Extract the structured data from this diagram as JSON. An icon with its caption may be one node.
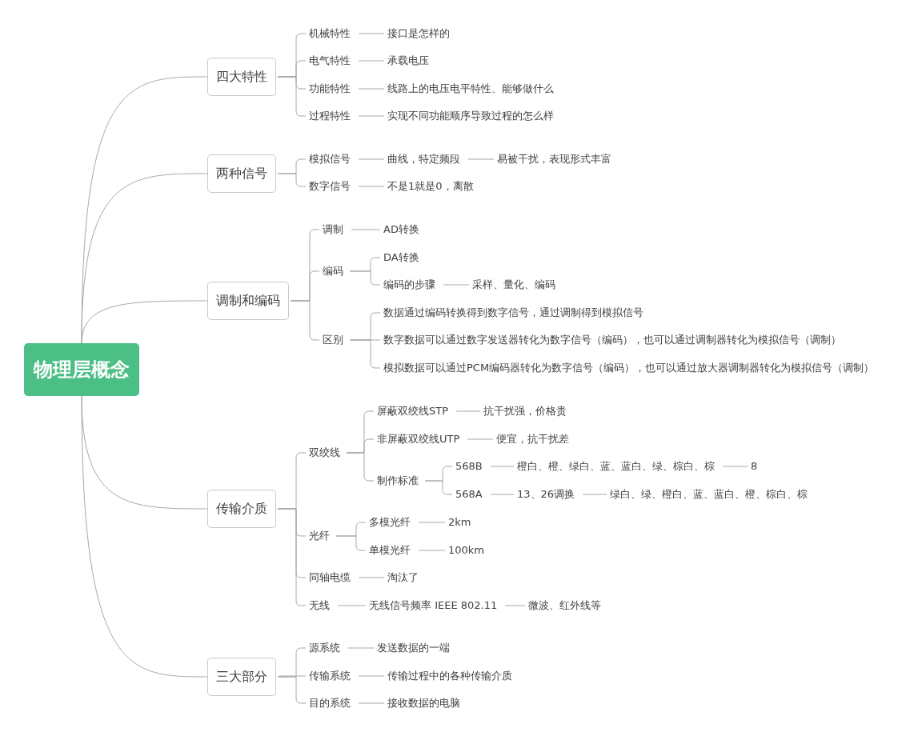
{
  "diagram": {
    "nodes": [
      {
        "text": [
          "物理层概念"
        ]
      },
      {
        "text": [
          "四大特性"
        ]
      },
      {
        "text": [
          "机械特性"
        ]
      },
      {
        "text": [
          "接口是怎样的"
        ]
      },
      {
        "text": [
          "电气特性"
        ]
      },
      {
        "text": [
          "承载电压"
        ]
      },
      {
        "text": [
          "功能特性"
        ]
      },
      {
        "text": [
          "线路上的电压电平特性、能够做什么"
        ]
      },
      {
        "text": [
          "过程特性"
        ]
      },
      {
        "text": [
          "实现不同功能顺序导致过程的怎么样"
        ]
      },
      {
        "text": [
          "两种信号"
        ]
      },
      {
        "text": [
          "模拟信号"
        ]
      },
      {
        "text": [
          "曲线，特定频段"
        ]
      },
      {
        "text": [
          "易被干扰，表现形式丰富"
        ]
      },
      {
        "text": [
          "数字信号"
        ]
      },
      {
        "text": [
          "不是1就是0，离散"
        ]
      },
      {
        "text": [
          "调制和编码"
        ]
      },
      {
        "text": [
          "调制"
        ]
      },
      {
        "text": [
          "AD转换"
        ]
      },
      {
        "text": [
          "编码"
        ]
      },
      {
        "text": [
          "DA转换"
        ]
      },
      {
        "text": [
          "编码的步骤"
        ]
      },
      {
        "text": [
          "采样、量化、编码"
        ]
      },
      {
        "text": [
          "区别"
        ]
      },
      {
        "text": [
          "数据通过编码转换得到数字信号，通过调制得到模拟信号"
        ]
      },
      {
        "text": [
          "数字数据可以通过数字发送器转化为数字信号（编码），也可以通过调制器转化为模拟信号（调制）"
        ]
      },
      {
        "text": [
          "模拟数据可以通过PCM编码器转化为数字信号（编码），也可以通过放大器调制器转化为模拟信号（调制）"
        ]
      },
      {
        "text": [
          "传输介质"
        ]
      },
      {
        "text": [
          "双绞线"
        ]
      },
      {
        "text": [
          "屏蔽双绞线STP"
        ]
      },
      {
        "text": [
          "抗干扰强，价格贵"
        ]
      },
      {
        "text": [
          "非屏蔽双绞线UTP"
        ]
      },
      {
        "text": [
          "便宜，抗干扰差"
        ]
      },
      {
        "text": [
          "制作标准"
        ]
      },
      {
        "text": [
          "568B"
        ]
      },
      {
        "text": [
          "橙白、橙、绿白、蓝、蓝白、绿、棕白、棕"
        ]
      },
      {
        "text": [
          "8"
        ]
      },
      {
        "text": [
          "568A"
        ]
      },
      {
        "text": [
          "13、26调换"
        ]
      },
      {
        "text": [
          "绿白、绿、橙白、蓝、蓝白、橙、棕白、棕"
        ]
      },
      {
        "text": [
          "光纤"
        ]
      },
      {
        "text": [
          "多模光纤"
        ]
      },
      {
        "text": [
          "2km"
        ]
      },
      {
        "text": [
          "单模光纤"
        ]
      },
      {
        "text": [
          "100km"
        ]
      },
      {
        "text": [
          "同轴电缆"
        ]
      },
      {
        "text": [
          "淘汰了"
        ]
      },
      {
        "text": [
          "无线"
        ]
      },
      {
        "text": [
          "无线信号频率 IEEE 802.11"
        ]
      },
      {
        "text": [
          "微波、红外线等"
        ]
      },
      {
        "text": [
          "三大部分"
        ]
      },
      {
        "text": [
          "源系统"
        ]
      },
      {
        "text": [
          "发送数据的一端"
        ]
      },
      {
        "text": [
          "传输系统"
        ]
      },
      {
        "text": [
          "传输过程中的各种传输介质"
        ]
      },
      {
        "text": [
          "目的系统"
        ]
      },
      {
        "text": [
          "接收数据的电脑"
        ]
      }
    ],
    "edges": [
      {
        "from": 0,
        "to": 1,
        "arrow": "none"
      },
      {
        "from": 1,
        "to": 2,
        "arrow": "none"
      },
      {
        "from": 2,
        "to": 3,
        "arrow": "none"
      },
      {
        "from": 1,
        "to": 4,
        "arrow": "none"
      },
      {
        "from": 4,
        "to": 5,
        "arrow": "none"
      },
      {
        "from": 1,
        "to": 6,
        "arrow": "none"
      },
      {
        "from": 6,
        "to": 7,
        "arrow": "none"
      },
      {
        "from": 1,
        "to": 8,
        "arrow": "none"
      },
      {
        "from": 8,
        "to": 9,
        "arrow": "none"
      },
      {
        "from": 0,
        "to": 10,
        "arrow": "none"
      },
      {
        "from": 10,
        "to": 11,
        "arrow": "none"
      },
      {
        "from": 11,
        "to": 12,
        "arrow": "none"
      },
      {
        "from": 12,
        "to": 13,
        "arrow": "none"
      },
      {
        "from": 10,
        "to": 14,
        "arrow": "none"
      },
      {
        "from": 14,
        "to": 15,
        "arrow": "none"
      },
      {
        "from": 0,
        "to": 16,
        "arrow": "none"
      },
      {
        "from": 16,
        "to": 17,
        "arrow": "none"
      },
      {
        "from": 17,
        "to": 18,
        "arrow": "none"
      },
      {
        "from": 16,
        "to": 19,
        "arrow": "none"
      },
      {
        "from": 19,
        "to": 20,
        "arrow": "none"
      },
      {
        "from": 19,
        "to": 21,
        "arrow": "none"
      },
      {
        "from": 21,
        "to": 22,
        "arrow": "none"
      },
      {
        "from": 16,
        "to": 23,
        "arrow": "none"
      },
      {
        "from": 23,
        "to": 24,
        "arrow": "none"
      },
      {
        "from": 23,
        "to": 25,
        "arrow": "none"
      },
      {
        "from": 23,
        "to": 26,
        "arrow": "none"
      },
      {
        "from": 0,
        "to": 27,
        "arrow": "none"
      },
      {
        "from": 27,
        "to": 28,
        "arrow": "none"
      },
      {
        "from": 28,
        "to": 29,
        "arrow": "none"
      },
      {
        "from": 29,
        "to": 30,
        "arrow": "none"
      },
      {
        "from": 28,
        "to": 31,
        "arrow": "none"
      },
      {
        "from": 31,
        "to": 32,
        "arrow": "none"
      },
      {
        "from": 28,
        "to": 33,
        "arrow": "none"
      },
      {
        "from": 33,
        "to": 34,
        "arrow": "none"
      },
      {
        "from": 34,
        "to": 35,
        "arrow": "none"
      },
      {
        "from": 35,
        "to": 36,
        "arrow": "none"
      },
      {
        "from": 33,
        "to": 37,
        "arrow": "none"
      },
      {
        "from": 37,
        "to": 38,
        "arrow": "none"
      },
      {
        "from": 38,
        "to": 39,
        "arrow": "none"
      },
      {
        "from": 27,
        "to": 40,
        "arrow": "none"
      },
      {
        "from": 40,
        "to": 41,
        "arrow": "none"
      },
      {
        "from": 41,
        "to": 42,
        "arrow": "none"
      },
      {
        "from": 40,
        "to": 43,
        "arrow": "none"
      },
      {
        "from": 43,
        "to": 44,
        "arrow": "none"
      },
      {
        "from": 27,
        "to": 45,
        "arrow": "none"
      },
      {
        "from": 45,
        "to": 46,
        "arrow": "none"
      },
      {
        "from": 27,
        "to": 47,
        "arrow": "none"
      },
      {
        "from": 47,
        "to": 48,
        "arrow": "none"
      },
      {
        "from": 48,
        "to": 49,
        "arrow": "none"
      },
      {
        "from": 0,
        "to": 50,
        "arrow": "none"
      },
      {
        "from": 50,
        "to": 51,
        "arrow": "none"
      },
      {
        "from": 51,
        "to": 52,
        "arrow": "none"
      },
      {
        "from": 50,
        "to": 53,
        "arrow": "none"
      },
      {
        "from": 53,
        "to": 54,
        "arrow": "none"
      },
      {
        "from": 50,
        "to": 55,
        "arrow": "none"
      },
      {
        "from": 55,
        "to": 56,
        "arrow": "none"
      }
    ]
  }
}
